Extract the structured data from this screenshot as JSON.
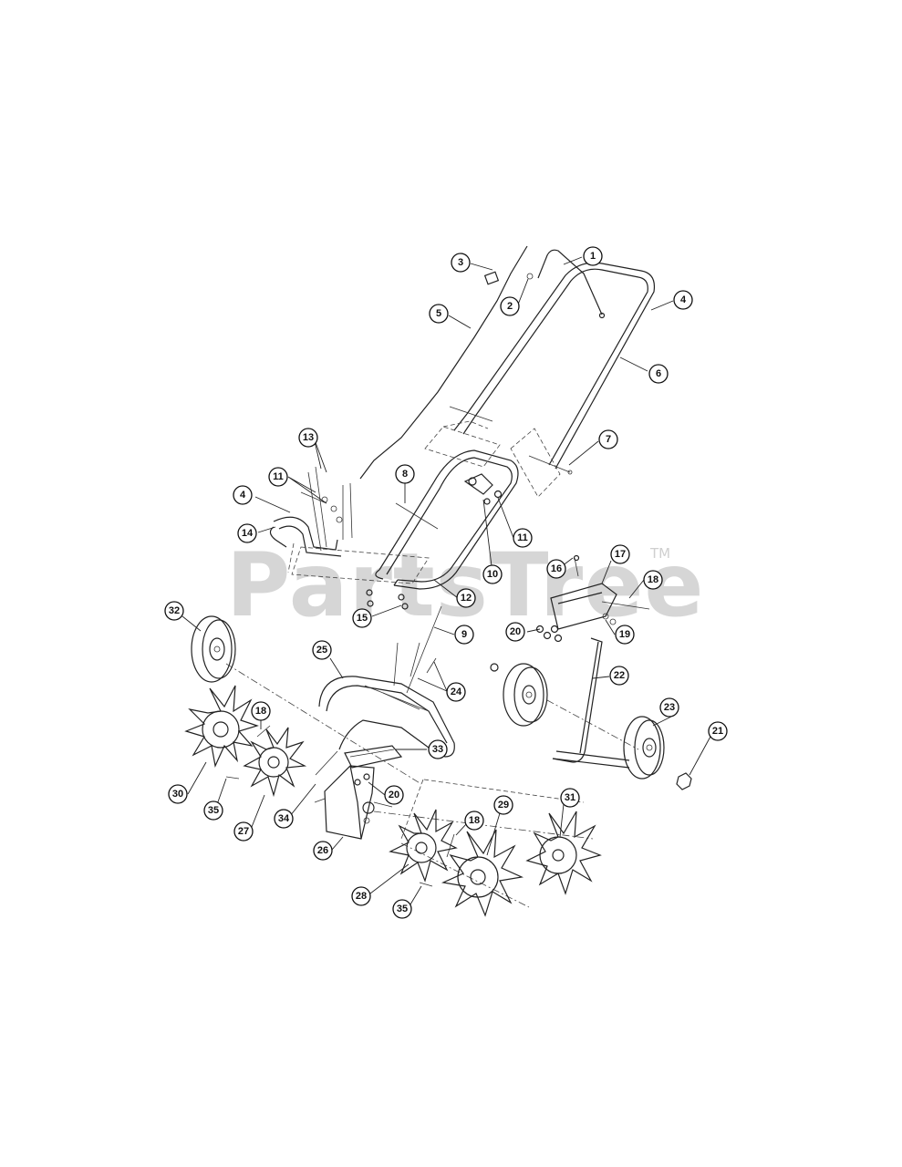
{
  "watermark": {
    "brand": "PartsTree",
    "trademark": "TM"
  },
  "callouts": [
    "1",
    "2",
    "3",
    "4",
    "5",
    "6",
    "7",
    "8",
    "9",
    "10",
    "11",
    "12",
    "13",
    "14",
    "15",
    "16",
    "17",
    "18",
    "19",
    "20",
    "21",
    "22",
    "23",
    "24",
    "25",
    "26",
    "27",
    "28",
    "29",
    "30",
    "31",
    "32",
    "33",
    "34",
    "35"
  ]
}
